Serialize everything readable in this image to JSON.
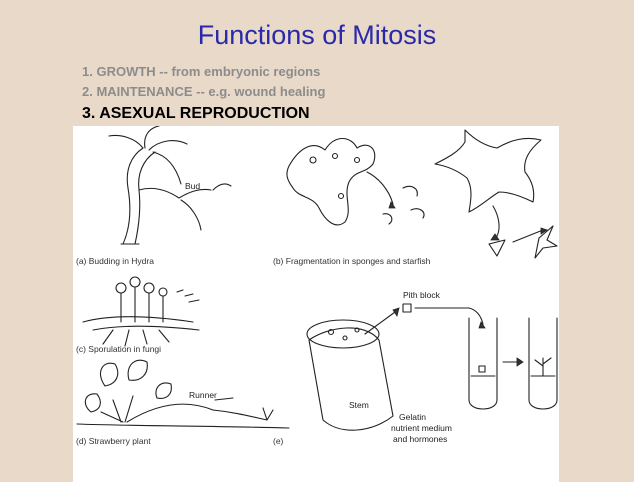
{
  "slide": {
    "title": "Functions of  Mitosis",
    "items": [
      {
        "text": "1. GROWTH -- from  embryonic regions",
        "state": "dimmed"
      },
      {
        "text": "2. MAINTENANCE -- e.g. wound  healing",
        "state": "dimmed"
      },
      {
        "text": "3.  ASEXUAL REPRODUCTION",
        "state": "active"
      }
    ]
  },
  "figure": {
    "captions": {
      "a": "(a) Budding in Hydra",
      "b": "(b) Fragmentation in sponges and starfish",
      "c": "(c) Sporulation in fungi",
      "d": "(d) Strawberry plant",
      "e": "(e)"
    },
    "labels": {
      "bud": "Bud",
      "runner": "Runner",
      "pith_block": "Pith block",
      "stem": "Stem",
      "medium": [
        "Gelatin",
        "nutrient medium",
        "and hormones"
      ]
    }
  },
  "colors": {
    "background": "#e9d9c8",
    "title": "#2a2aa8",
    "dimmed_text": "#8c8c8c",
    "active_text": "#000000"
  }
}
